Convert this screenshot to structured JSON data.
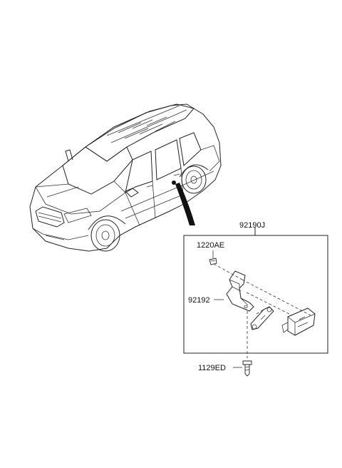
{
  "parts": {
    "assembly": "92190J",
    "bolt_top": "1220AE",
    "bracket": "92192",
    "bolt_bottom": "1129ED"
  },
  "colors": {
    "line": "#222222",
    "background": "#ffffff",
    "pointer": "#111111"
  }
}
